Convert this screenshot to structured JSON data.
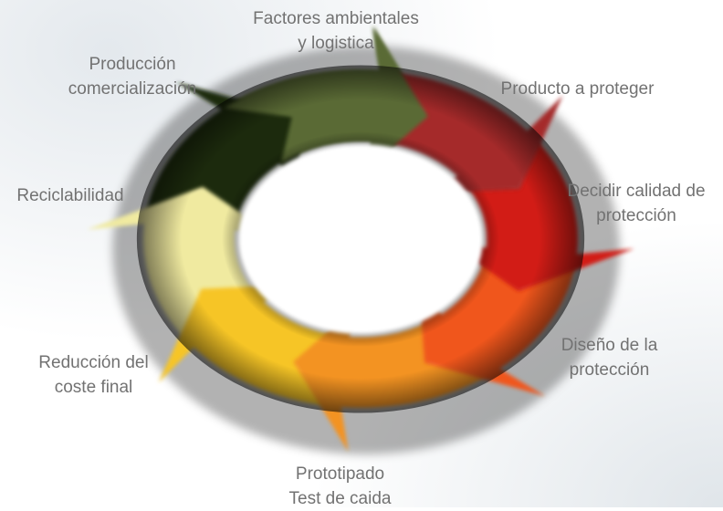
{
  "diagram": {
    "steps": [
      {
        "id": "factores",
        "lines": [
          "Factores ambientales",
          "y logistica"
        ],
        "color": "#a52a2a"
      },
      {
        "id": "producto",
        "lines": [
          "Producto a proteger"
        ],
        "color": "#d21f12"
      },
      {
        "id": "decidir",
        "lines": [
          "Decidir calidad de",
          "protección"
        ],
        "color": "#f0561a"
      },
      {
        "id": "diseno",
        "lines": [
          "Diseño de la",
          "protección"
        ],
        "color": "#f39321"
      },
      {
        "id": "prototipado",
        "lines": [
          "Prototipado",
          "Test de caida"
        ],
        "color": "#f6c528"
      },
      {
        "id": "reduccion",
        "lines": [
          "Reducción del",
          "coste final"
        ],
        "color": "#f0eaa0"
      },
      {
        "id": "reciclabilidad",
        "lines": [
          "Reciclabilidad"
        ],
        "color": "#1c2a0c"
      },
      {
        "id": "produccion",
        "lines": [
          "Producción",
          "comercialización"
        ],
        "color": "#5a6a36"
      }
    ]
  }
}
